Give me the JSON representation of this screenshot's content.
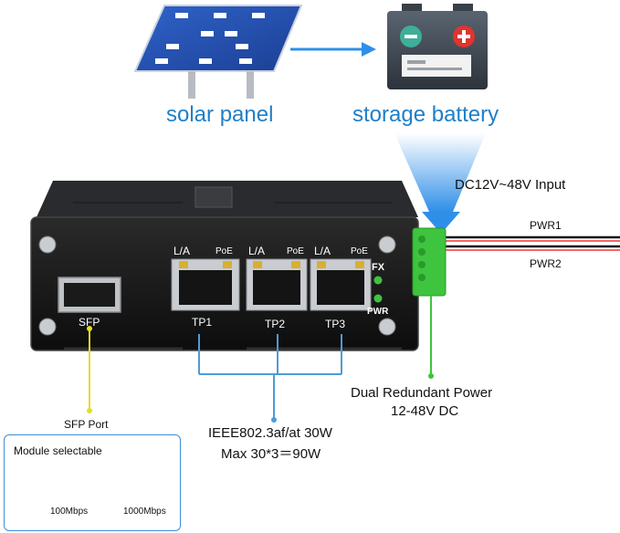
{
  "labels": {
    "solar_panel": "solar panel",
    "storage_battery": "storage battery",
    "input": "DC12V~48V Input",
    "pwr1": "PWR1",
    "pwr2": "PWR2",
    "sfp_port": "SFP Port",
    "ieee_line1": "IEEE802.3af/at 30W",
    "ieee_line2": "Max 30*3＝90W",
    "dual_line1": "Dual Redundant Power",
    "dual_line2": "12-48V DC"
  },
  "device": {
    "sfp": "SFP",
    "tp1": "TP1",
    "tp2": "TP2",
    "tp3": "TP3",
    "la": "L/A",
    "poe": "PoE",
    "fx": "FX",
    "pwr": "PWR"
  },
  "module_box": {
    "title": "Module selectable",
    "opt1": "100Mbps",
    "opt2": "1000Mbps"
  },
  "colors": {
    "blue_label": "#1f7fc8",
    "sfp_line": "#e6dc2a",
    "poe_line": "#4c9cd8",
    "power_line": "#3ec43e",
    "terminal_green": "#3ec43e"
  }
}
